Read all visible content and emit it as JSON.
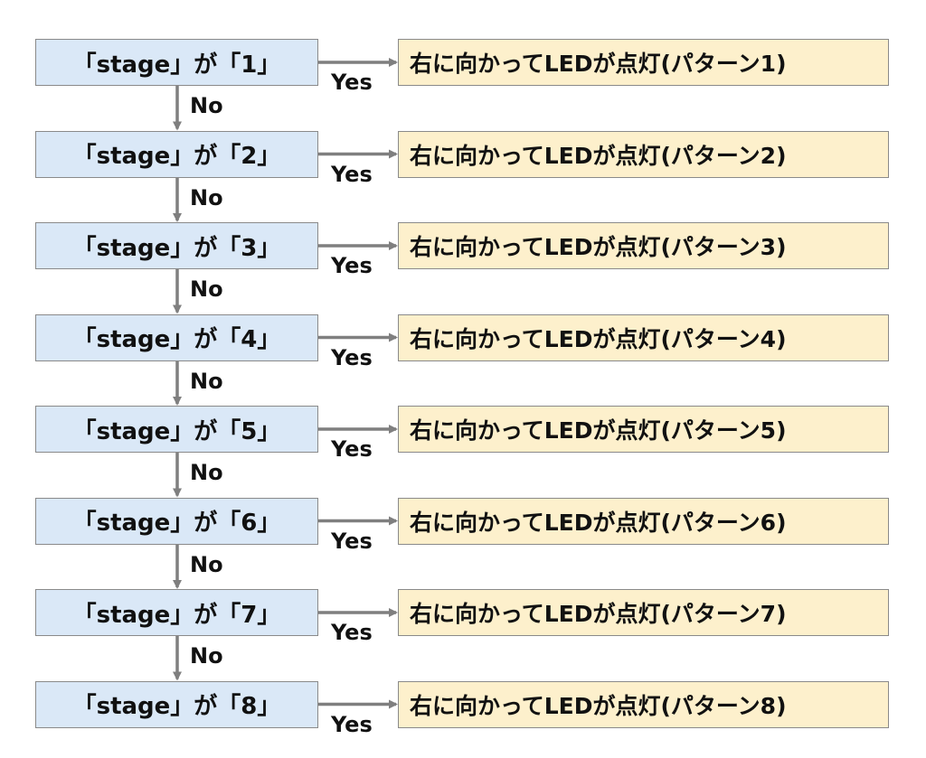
{
  "colors": {
    "condition_fill": "#dae8f7",
    "result_fill": "#fdf0cc",
    "border": "#8a8a8a",
    "arrow": "#7f7f7f",
    "text": "#111111"
  },
  "rows": [
    {
      "condition": "「stage」が「1」",
      "result": "右に向かってLEDが点灯(パターン1)",
      "yes_label": "Yes",
      "no_label": "No"
    },
    {
      "condition": "「stage」が「2」",
      "result": "右に向かってLEDが点灯(パターン2)",
      "yes_label": "Yes",
      "no_label": "No"
    },
    {
      "condition": "「stage」が「3」",
      "result": "右に向かってLEDが点灯(パターン3)",
      "yes_label": "Yes",
      "no_label": "No"
    },
    {
      "condition": "「stage」が「4」",
      "result": "右に向かってLEDが点灯(パターン4)",
      "yes_label": "Yes",
      "no_label": "No"
    },
    {
      "condition": "「stage」が「5」",
      "result": "右に向かってLEDが点灯(パターン5)",
      "yes_label": "Yes",
      "no_label": "No"
    },
    {
      "condition": "「stage」が「6」",
      "result": "右に向かってLEDが点灯(パターン6)",
      "yes_label": "Yes",
      "no_label": "No"
    },
    {
      "condition": "「stage」が「7」",
      "result": "右に向かってLEDが点灯(パターン7)",
      "yes_label": "Yes",
      "no_label": "No"
    },
    {
      "condition": "「stage」が「8」",
      "result": "右に向かってLEDが点灯(パターン8)",
      "yes_label": "Yes"
    }
  ]
}
